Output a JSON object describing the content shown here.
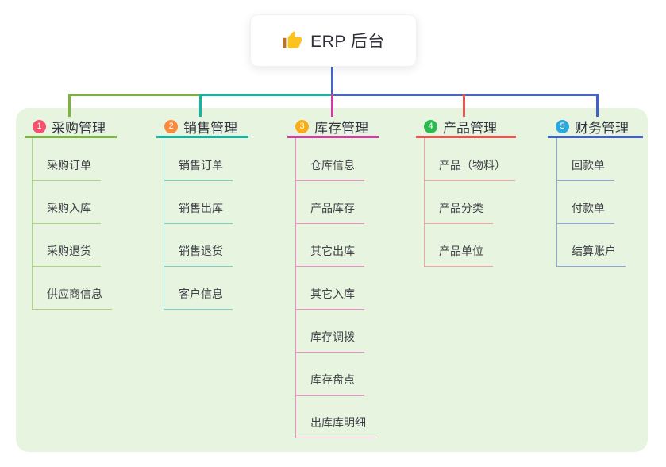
{
  "root": {
    "icon": "thumbs-up-icon",
    "label": "ERP 后台"
  },
  "panel_bg": "#e7f5e0",
  "connector_blue": "#4a63c9",
  "branches": [
    {
      "badge": "1",
      "title": "采购管理",
      "colors": {
        "badge": "#f4516c",
        "strong": "#7cb342",
        "light": "#a9d57f"
      },
      "children": [
        "采购订单",
        "采购入库",
        "采购退货",
        "供应商信息"
      ]
    },
    {
      "badge": "2",
      "title": "销售管理",
      "colors": {
        "badge": "#fb8a3e",
        "strong": "#15b5a3",
        "light": "#79cfc3"
      },
      "children": [
        "销售订单",
        "销售出库",
        "销售退货",
        "客户信息"
      ]
    },
    {
      "badge": "3",
      "title": "库存管理",
      "colors": {
        "badge": "#fbac15",
        "strong": "#cf3da1",
        "light": "#ee8fcb"
      },
      "children": [
        "仓库信息",
        "产品库存",
        "其它出库",
        "其它入库",
        "库存调拨",
        "库存盘点",
        "出库库明细"
      ]
    },
    {
      "badge": "4",
      "title": "产品管理",
      "colors": {
        "badge": "#2eb850",
        "strong": "#ef5350",
        "light": "#f5a4a4"
      },
      "children": [
        "产品（物料）",
        "产品分类",
        "产品单位"
      ]
    },
    {
      "badge": "5",
      "title": "财务管理",
      "colors": {
        "badge": "#2ca8dd",
        "strong": "#4062c8",
        "light": "#8ba5de"
      },
      "children": [
        "回款单",
        "付款单",
        "结算账户"
      ]
    }
  ]
}
